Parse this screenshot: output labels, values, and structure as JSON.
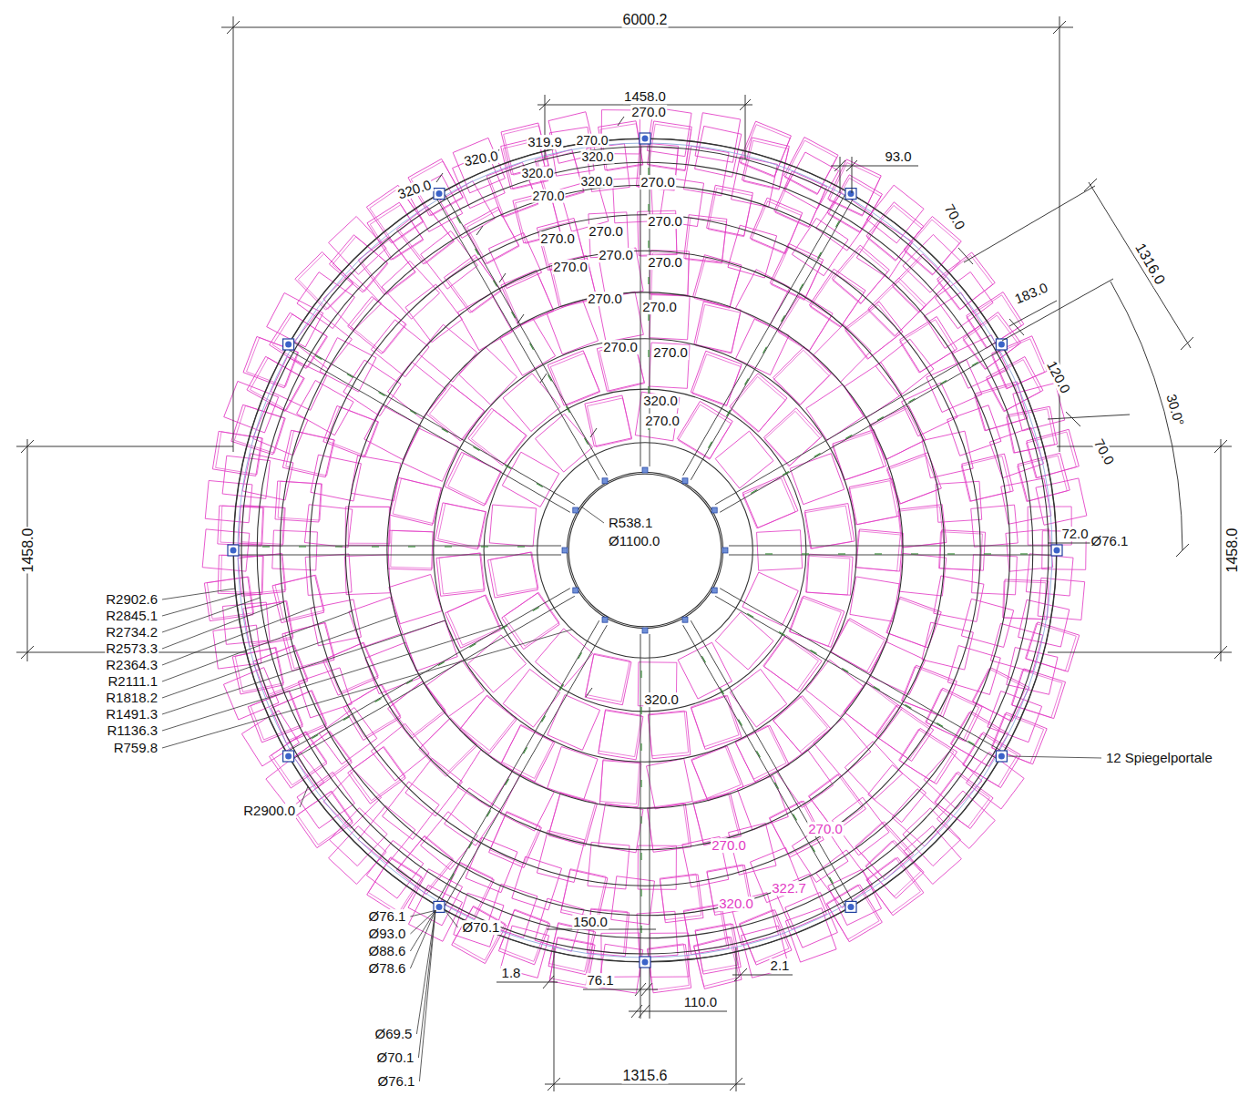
{
  "diagram": {
    "labels": [
      "6000.2",
      "1458.0",
      "270.0",
      "320.0",
      "320.0",
      "319.9",
      "270.0",
      "320.0",
      "320.0",
      "320.0",
      "270.0",
      "270.0",
      "93.0",
      "70.0",
      "270.0",
      "270.0",
      "270.0",
      "1316.0",
      "270.0",
      "270.0",
      "270.0",
      "183.0",
      "270.0",
      "270.0",
      "270.0",
      "270.0",
      "120.0",
      "320.0",
      "30.0°",
      "270.0",
      "70.0",
      "R538.1",
      "Ø1100.0",
      "1458.0",
      "72.0",
      "Ø76.1",
      "1458.0",
      "R2902.6",
      "R2845.1",
      "R2734.2",
      "R2573.3",
      "R2364.3",
      "R2111.1",
      "R1818.2",
      "R1491.3",
      "R1136.3",
      "R759.8",
      "320.0",
      "12 Spiegelportale",
      "R2900.0",
      "270.0",
      "270.0",
      "322.7",
      "320.0",
      "Ø76.1",
      "Ø70.1",
      "150.0",
      "Ø93.0",
      "Ø88.6",
      "Ø78.6",
      "2.1",
      "1.8",
      "76.1",
      "110.0",
      "Ø69.5",
      "Ø70.1",
      "Ø76.1",
      "1315.6"
    ]
  }
}
